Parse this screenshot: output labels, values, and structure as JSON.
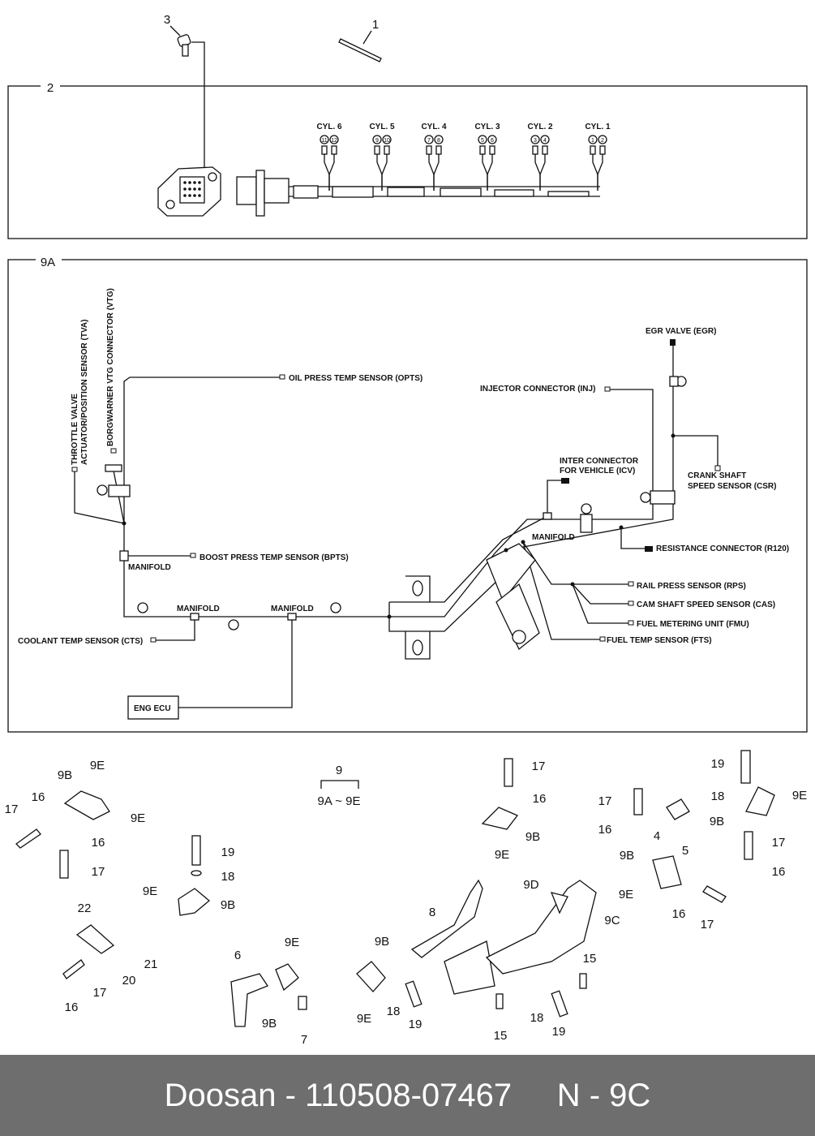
{
  "top_callouts": {
    "part1": "1",
    "part2": "2",
    "part3": "3",
    "part9a": "9A"
  },
  "cylinders": [
    {
      "label": "CYL. 6",
      "pins": [
        "11",
        "12"
      ]
    },
    {
      "label": "CYL. 5",
      "pins": [
        "9",
        "10"
      ]
    },
    {
      "label": "CYL. 4",
      "pins": [
        "7",
        "8"
      ]
    },
    {
      "label": "CYL. 3",
      "pins": [
        "5",
        "6"
      ]
    },
    {
      "label": "CYL. 2",
      "pins": [
        "3",
        "4"
      ]
    },
    {
      "label": "CYL. 1",
      "pins": [
        "1",
        "2"
      ]
    }
  ],
  "harness_labels": {
    "tva_1": "THROTTLE VALVE",
    "tva_2": "ACTUATOR/POSITION SENSOR (TVA)",
    "vtg": "BORGWARNER VTG CONNECTOR (VTG)",
    "opts": "OIL PRESS TEMP SENSOR (OPTS)",
    "bpts": "BOOST PRESS TEMP SENSOR (BPTS)",
    "manifold": "MANIFOLD",
    "cts": "COOLANT TEMP SENSOR (CTS)",
    "eng_ecu": "ENG ECU",
    "egr": "EGR VALVE (EGR)",
    "inj": "INJECTOR CONNECTOR (INJ)",
    "icv_1": "INTER CONNECTOR",
    "icv_2": "FOR VEHICLE (ICV)",
    "csr_1": "CRANK SHAFT",
    "csr_2": "SPEED SENSOR (CSR)",
    "r120": "RESISTANCE CONNECTOR (R120)",
    "rps": "RAIL PRESS SENSOR (RPS)",
    "cas": "CAM SHAFT SPEED SENSOR (CAS)",
    "fmu": "FUEL METERING UNIT (FMU)",
    "fts": "FUEL TEMP SENSOR (FTS)"
  },
  "group_label": {
    "number": "9",
    "range": "9A ~ 9E"
  },
  "part_callouts": [
    "9B",
    "9E",
    "16",
    "17",
    "9E",
    "16",
    "17",
    "19",
    "18",
    "9E",
    "9B",
    "22",
    "21",
    "20",
    "17",
    "16",
    "6",
    "9E",
    "9B",
    "7",
    "17",
    "16",
    "9B",
    "9E",
    "9B",
    "18",
    "19",
    "9E",
    "8",
    "9D",
    "9C",
    "15",
    "15",
    "18",
    "19",
    "17",
    "16",
    "4",
    "5",
    "19",
    "18",
    "9E",
    "9B",
    "17",
    "16",
    "9B",
    "9E",
    "16",
    "17"
  ],
  "footer": {
    "brand": "Doosan",
    "separator": " - ",
    "part_number": "110508-07467",
    "page": "N - 9C"
  }
}
